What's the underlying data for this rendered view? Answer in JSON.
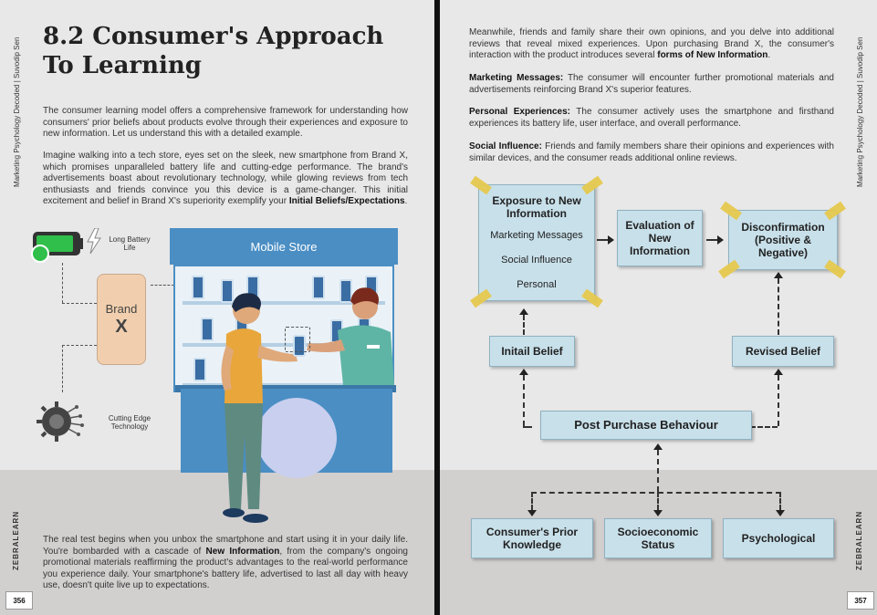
{
  "book": {
    "side_tag": "Marketing Psychology Decoded | Suvodip Sen",
    "brand": "ZEBRALEARN"
  },
  "left": {
    "page_number": "356",
    "heading_line1": "8.2 Consumer's Approach",
    "heading_line2": "To Learning",
    "p1": "The consumer learning model offers a comprehensive framework for understanding how consumers' prior beliefs about products evolve through their experiences and exposure to new information. Let us understand this with a detailed example.",
    "p2_text": "Imagine walking into a tech store, eyes set on the sleek, new smartphone from Brand X, which promises unparalleled battery life and cutting-edge performance. The brand's advertisements boast about revolutionary technology, while glowing reviews from tech enthusiasts and friends convince you this device is a game-changer. This initial excitement and belief in Brand X's superiority exemplify your ",
    "p2_bold": "Initial Beliefs/Expectations",
    "p2_end": ".",
    "p3_text_a": "The real test begins when you unbox the smartphone and start using it in your daily life. You're bombarded with a cascade of ",
    "p3_bold": "New Information",
    "p3_text_b": ", from the company's ongoing promotional materials reaffirming the product's advantages to the real-world performance you experience daily. Your smartphone's battery life, advertised to last all day with heavy use, doesn't quite live up to expectations.",
    "illustration": {
      "store_sign": "Mobile Store",
      "battery_label_1": "Long Battery",
      "battery_label_2": "Life",
      "brand_label": "Brand",
      "brand_letter": "X",
      "tech_label_1": "Cutting Edge",
      "tech_label_2": "Technology"
    }
  },
  "right": {
    "page_number": "357",
    "p1_text": "Meanwhile, friends and family share their own opinions, and you delve into additional reviews that reveal mixed experiences. Upon purchasing Brand X, the consumer's interaction with the product introduces several ",
    "p1_bold": "forms of New Information",
    "p1_end": ".",
    "p2_bold": "Marketing Messages:",
    "p2_text": " The consumer will encounter further promotional materials and advertisements reinforcing Brand X's superior features.",
    "p3_bold": "Personal Experiences:",
    "p3_text": " The consumer actively uses the smartphone and firsthand experiences its battery life, user interface, and overall performance.",
    "p4_bold": "Social Influence:",
    "p4_text": " Friends and family members share their opinions and experiences with similar devices, and the consumer reads additional online reviews.",
    "diagram": {
      "exposure_title": "Exposure to New Information",
      "exposure_items": [
        "Marketing Messages",
        "Social Influence",
        "Personal"
      ],
      "evaluation": "Evaluation of New Information",
      "disconfirmation": "Disconfirmation (Positive & Negative)",
      "initial_belief": "Initail Belief",
      "revised_belief": "Revised Belief",
      "post_purchase": "Post Purchase Behaviour",
      "prior_knowledge": "Consumer's Prior Knowledge",
      "socioeconomic": "Socioeconomic Status",
      "psychological": "Psychological"
    }
  },
  "colors": {
    "box_fill": "#c8e0ea",
    "tape": "#e6c84e",
    "store_blue": "#4a8ec4",
    "band_gray": "#d2cfcf"
  }
}
